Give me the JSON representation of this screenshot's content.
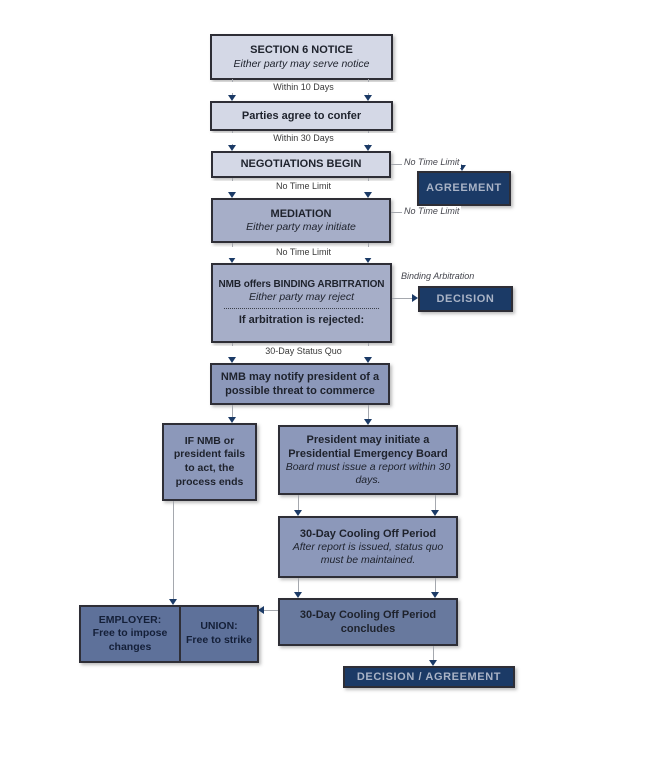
{
  "palette": {
    "light_box": "#d4d8e6",
    "medium_box": "#a6aec8",
    "medium_dark_box": "#8c98ba",
    "dark_box": "#68799e",
    "darker_box": "#5e719a",
    "navy_box": "#1b3a66",
    "navy_text": "#a9b3c6",
    "connector_line": "#a5a8ae",
    "arrowhead": "#1b3a66"
  },
  "boxes": {
    "section6": {
      "title": "SECTION 6 NOTICE",
      "subtitle": "Either party may serve notice"
    },
    "confer": {
      "title": "Parties agree to confer"
    },
    "negotiations": {
      "title": "NEGOTIATIONS BEGIN"
    },
    "mediation": {
      "title": "MEDIATION",
      "subtitle": "Either party may initiate"
    },
    "arbitration": {
      "title": "NMB offers BINDING ARBITRATION",
      "subtitle": "Either party may reject",
      "footer": "If arbitration is rejected:"
    },
    "notify": {
      "title": "NMB may notify president of a possible threat to commerce"
    },
    "fails": {
      "title": "IF NMB or president fails to act, the process ends"
    },
    "peb": {
      "title": "President may initiate a Presidential Emergency Board",
      "subtitle": "Board must issue a report within 30 days."
    },
    "cooling": {
      "title": "30-Day Cooling Off Period",
      "subtitle": "After report is issued, status quo must be maintained."
    },
    "concludes": {
      "title": "30-Day Cooling Off Period concludes"
    },
    "employer": {
      "title": "EMPLOYER:",
      "subtitle": "Free to impose changes"
    },
    "union": {
      "title": "UNION:",
      "subtitle": "Free to strike"
    },
    "agreement": {
      "label": "AGREEMENT"
    },
    "decision": {
      "label": "DECISION"
    },
    "decision_agreement": {
      "label": "DECISION / AGREEMENT"
    }
  },
  "labels": {
    "within_10_days": "Within 10 Days",
    "within_30_days": "Within 30 Days",
    "no_time_limit_after_negotiations": "No Time Limit",
    "no_time_limit_after_mediation": "No Time Limit",
    "no_time_limit_to_agreement_top": "No Time Limit",
    "no_time_limit_to_agreement_bottom": "No Time Limit",
    "status_quo_30_day": "30-Day Status Quo",
    "binding_arbitration": "Binding Arbitration"
  }
}
